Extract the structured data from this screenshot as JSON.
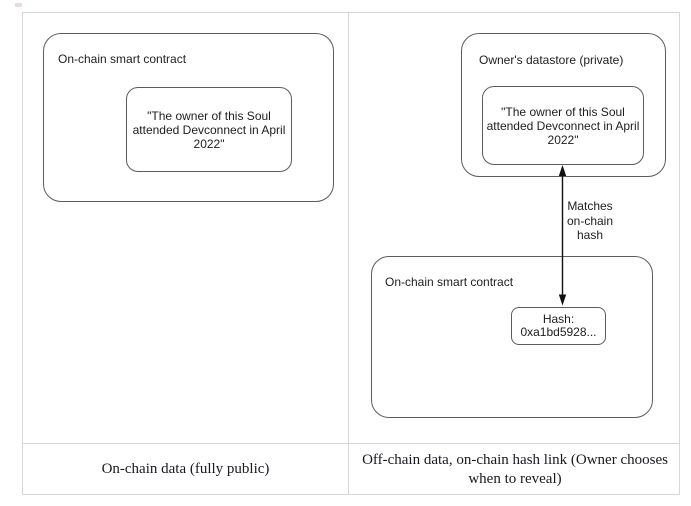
{
  "colors": {
    "background": "#ffffff",
    "grid_border": "#d7d7d7",
    "box_border": "#5c5c5c",
    "arrow": "#111111",
    "diagram_text": "#1d1d1d",
    "caption_text": "#191920"
  },
  "left_panel": {
    "container_label": "On-chain smart contract",
    "quote_lines": [
      "\"The owner of this Soul",
      "attended Devconnect in April",
      "2022\""
    ]
  },
  "right_panel": {
    "datastore_label": "Owner's datastore (private)",
    "quote_lines": [
      "\"The owner of this Soul",
      "attended Devconnect in April",
      "2022\""
    ],
    "arrow_label_lines": [
      "Matches",
      "on-chain",
      "hash"
    ],
    "contract_label": "On-chain smart contract",
    "hash_lines": [
      "Hash:",
      "0xa1bd5928..."
    ]
  },
  "captions": {
    "left": "On-chain data (fully public)",
    "right_lines": [
      "Off-chain data, on-chain hash link (Owner chooses",
      "when to reveal)"
    ]
  },
  "icons": {
    "double_arrow": "vertical double-headed arrow"
  }
}
